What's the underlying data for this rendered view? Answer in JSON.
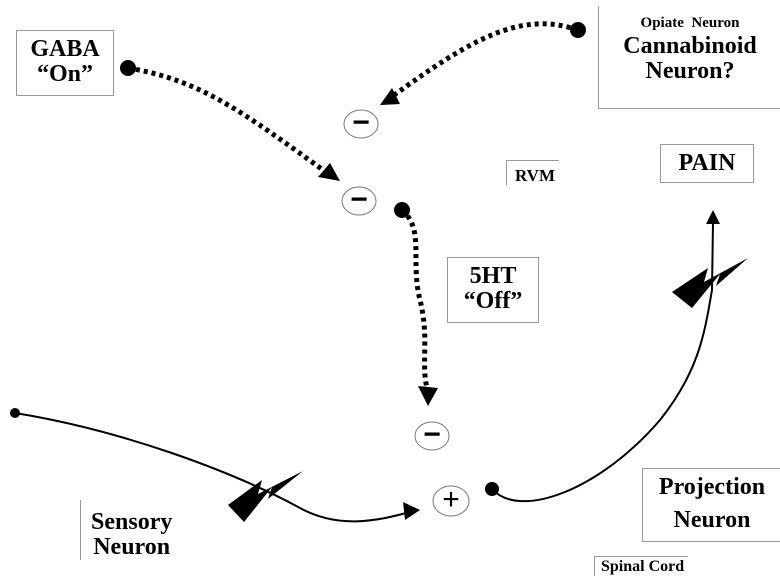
{
  "labels": {
    "gaba": [
      "GABA",
      "“On”"
    ],
    "opiate": "Opiate  Neuron",
    "cannabinoid": [
      "Cannabinoid",
      "Neuron?"
    ],
    "rvm": "RVM",
    "pain": "PAIN",
    "fiveht": [
      "5HT",
      "“Off”"
    ],
    "sensory": [
      "Sensory",
      "Neuron"
    ],
    "projection": [
      "Projection",
      "Neuron"
    ],
    "spinal_cord": "Spinal Cord"
  },
  "signs": {
    "inhibit_top": "−",
    "inhibit_mid": "−",
    "inhibit_low": "−",
    "excite": "+"
  },
  "colors": {
    "ink": "#000000",
    "border": "#9a9a9a",
    "background": "#ffffff"
  }
}
